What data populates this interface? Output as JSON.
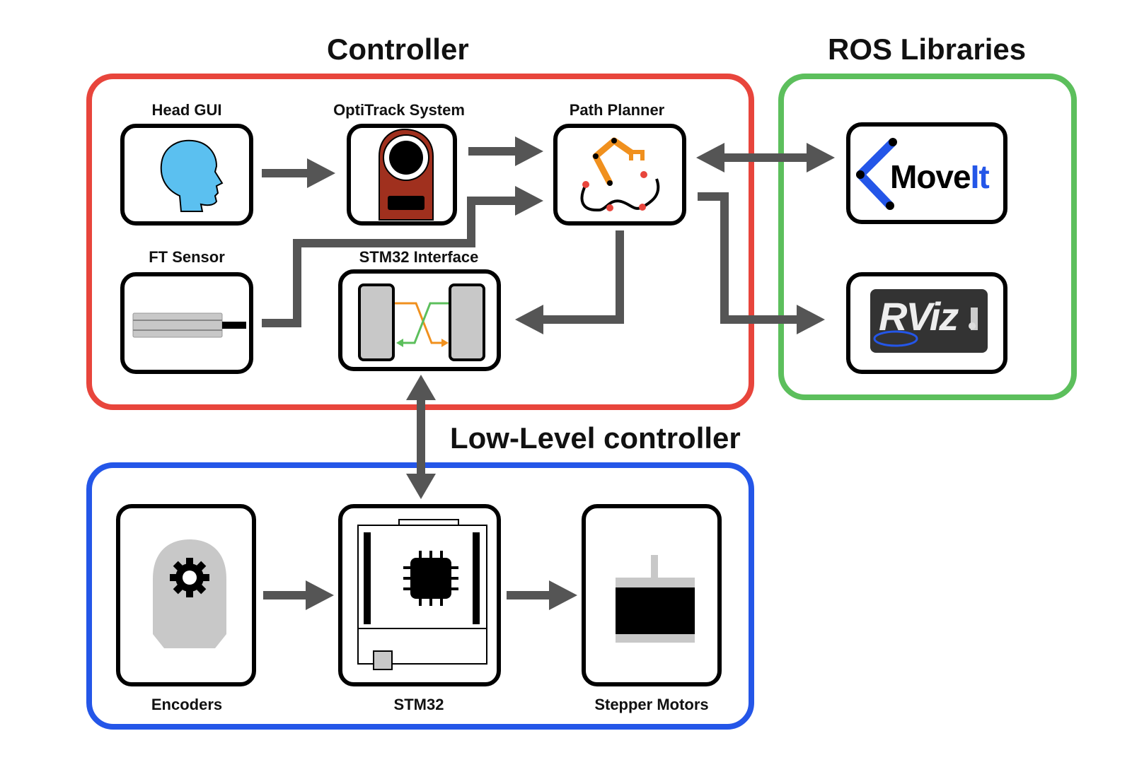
{
  "groups": {
    "controller": {
      "title": "Controller",
      "color": "#e8453c"
    },
    "ros": {
      "title": "ROS Libraries",
      "color": "#5cbf5c"
    },
    "low_level": {
      "title": "Low-Level controller",
      "color": "#2456e8"
    }
  },
  "nodes": {
    "head_gui": {
      "label": "Head GUI",
      "icon": "head-silhouette-icon"
    },
    "optitrack": {
      "label": "OptiTrack System",
      "icon": "camera-icon"
    },
    "path_planner": {
      "label": "Path Planner",
      "icon": "robot-arm-path-icon"
    },
    "ft_sensor": {
      "label": "FT Sensor",
      "icon": "force-sensor-icon"
    },
    "stm32_interface": {
      "label": "STM32 Interface",
      "icon": "serial-crossover-icon"
    },
    "moveit": {
      "label": "",
      "logo_text_a": "Move",
      "logo_text_b": "It",
      "icon": "moveit-logo"
    },
    "rviz": {
      "label": "",
      "logo_text": "RViz",
      "icon": "rviz-logo"
    },
    "encoders": {
      "label": "Encoders",
      "icon": "encoder-gear-icon"
    },
    "stm32": {
      "label": "STM32",
      "icon": "microcontroller-board-icon"
    },
    "stepper": {
      "label": "Stepper Motors",
      "icon": "stepper-motor-icon"
    }
  },
  "colors": {
    "arrow": "#555555",
    "head": "#5bc0f0",
    "orange": "#f0901e",
    "green": "#5cbf5c",
    "red_dot": "#e8453c",
    "moveit_blue": "#2456e8"
  }
}
